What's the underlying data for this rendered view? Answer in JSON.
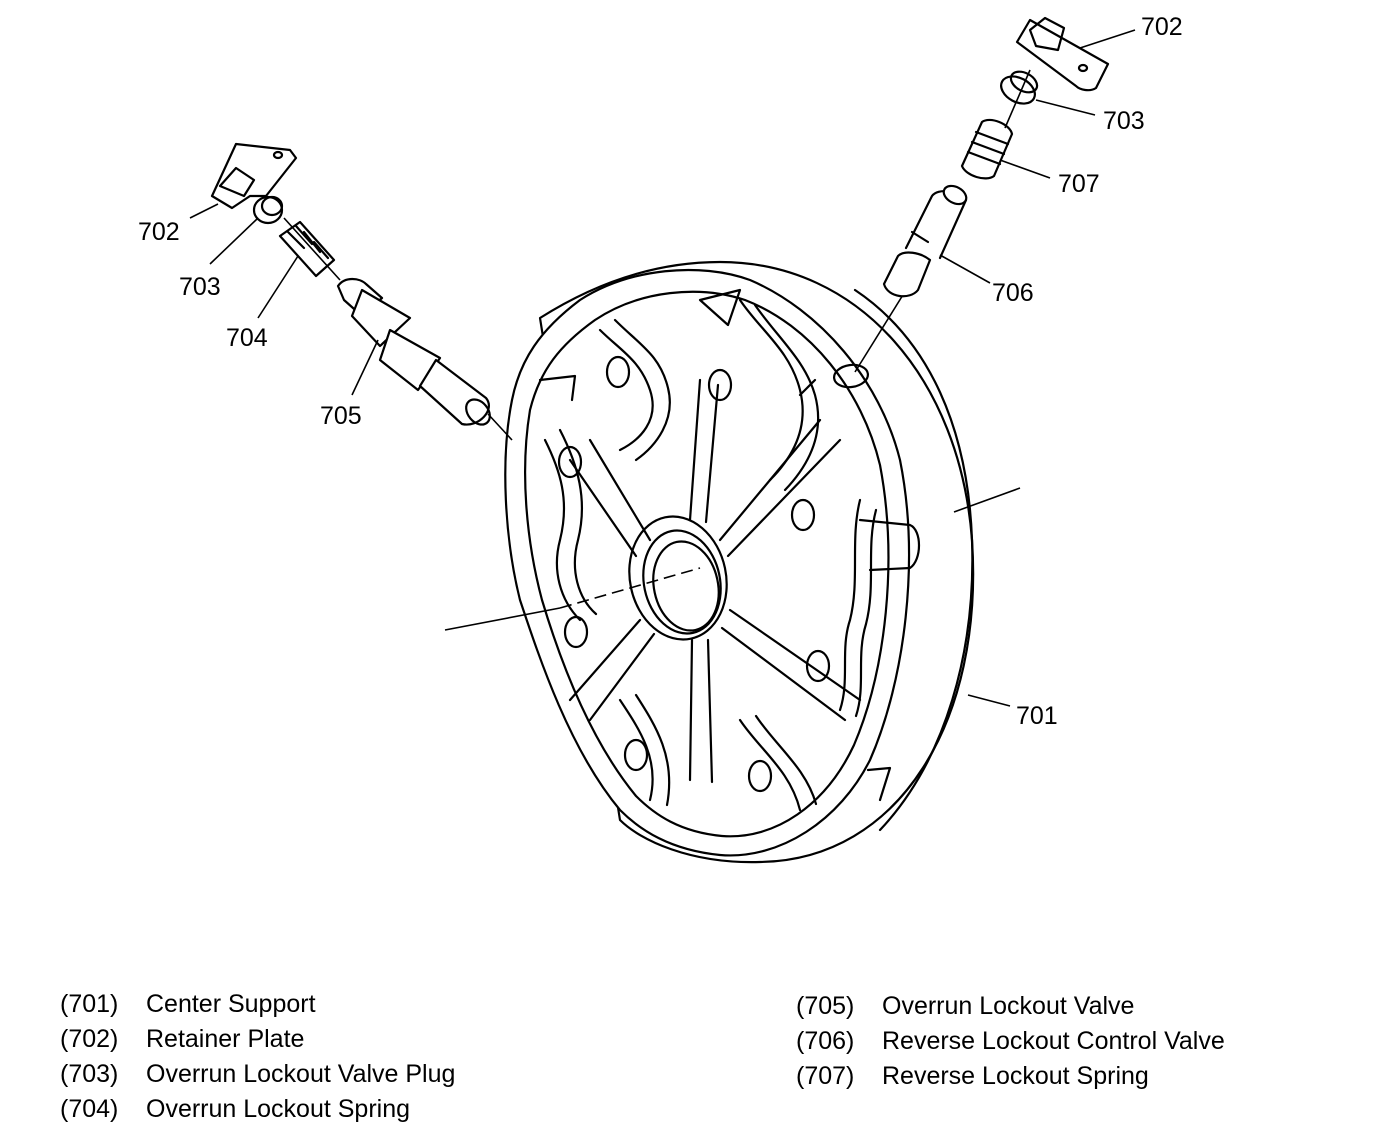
{
  "callouts": {
    "c701": "701",
    "c702_right": "702",
    "c703_right": "703",
    "c707": "707",
    "c706": "706",
    "c702_left": "702",
    "c703_left": "703",
    "c704": "704",
    "c705": "705"
  },
  "legend_left": [
    {
      "num": "(701)",
      "label": "Center Support"
    },
    {
      "num": "(702)",
      "label": "Retainer Plate"
    },
    {
      "num": "(703)",
      "label": "Overrun Lockout Valve Plug"
    },
    {
      "num": "(704)",
      "label": "Overrun Lockout Spring"
    }
  ],
  "legend_right": [
    {
      "num": "(705)",
      "label": "Overrun Lockout Valve"
    },
    {
      "num": "(706)",
      "label": "Reverse Lockout Control Valve"
    },
    {
      "num": "(707)",
      "label": "Reverse Lockout Spring"
    }
  ]
}
